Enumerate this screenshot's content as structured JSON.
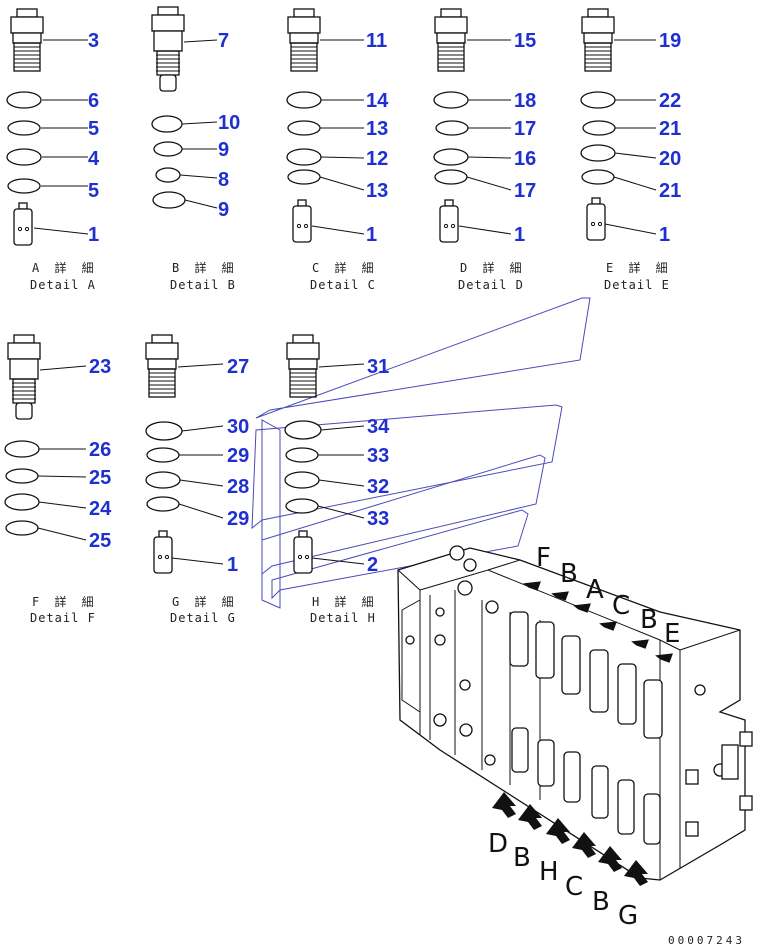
{
  "details": [
    {
      "id": "A",
      "title": "A 詳 細",
      "subtitle": "Detail A",
      "callouts": [
        "3",
        "6",
        "5",
        "4",
        "5",
        "1"
      ]
    },
    {
      "id": "B",
      "title": "B 詳 細",
      "subtitle": "Detail B",
      "callouts": [
        "7",
        "10",
        "9",
        "8",
        "9"
      ]
    },
    {
      "id": "C",
      "title": "C 詳 細",
      "subtitle": "Detail C",
      "callouts": [
        "11",
        "14",
        "13",
        "12",
        "13",
        "1"
      ]
    },
    {
      "id": "D",
      "title": "D 詳 細",
      "subtitle": "Detail D",
      "callouts": [
        "15",
        "18",
        "17",
        "16",
        "17",
        "1"
      ]
    },
    {
      "id": "E",
      "title": "E 詳 細",
      "subtitle": "Detail E",
      "callouts": [
        "19",
        "22",
        "21",
        "20",
        "21",
        "1"
      ]
    },
    {
      "id": "F",
      "title": "F 詳 細",
      "subtitle": "Detail F",
      "callouts": [
        "23",
        "26",
        "25",
        "24",
        "25"
      ]
    },
    {
      "id": "G",
      "title": "G 詳 細",
      "subtitle": "Detail G",
      "callouts": [
        "27",
        "30",
        "29",
        "28",
        "29",
        "1"
      ]
    },
    {
      "id": "H",
      "title": "H 詳 細",
      "subtitle": "Detail H",
      "callouts": [
        "31",
        "34",
        "33",
        "32",
        "33",
        "2"
      ]
    }
  ],
  "view_arrows_top": [
    "F",
    "B",
    "A",
    "C",
    "B",
    "E"
  ],
  "view_arrows_bottom": [
    "D",
    "B",
    "H",
    "C",
    "B",
    "G"
  ],
  "drawing_code": "00007243",
  "colors": {
    "callout": "#1f2fd0",
    "line": "#111111",
    "ghost": "#4a4ab8"
  }
}
